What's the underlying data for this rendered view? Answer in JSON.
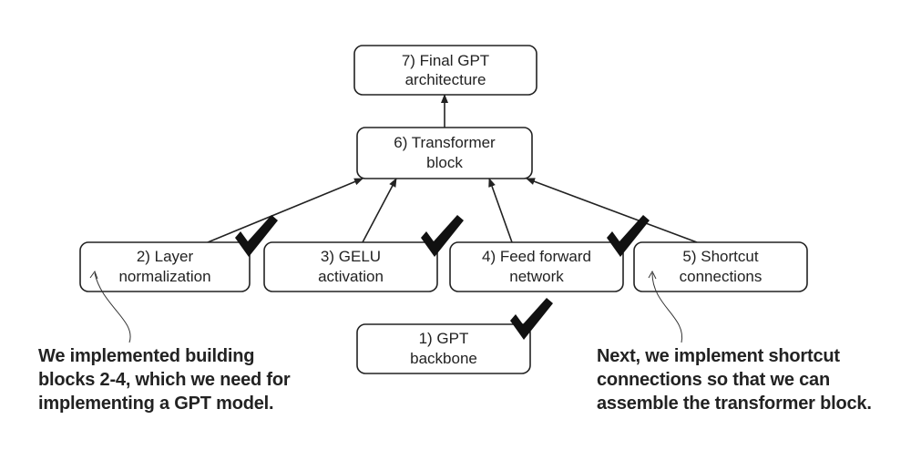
{
  "nodes": {
    "final_gpt": {
      "line1": "7) Final GPT",
      "line2": "architecture"
    },
    "transformer": {
      "line1": "6) Transformer",
      "line2": "block"
    },
    "layer_norm": {
      "line1": "2) Layer",
      "line2": "normalization"
    },
    "gelu": {
      "line1": "3) GELU",
      "line2": "activation"
    },
    "feed_forward": {
      "line1": "4) Feed forward",
      "line2": "network"
    },
    "shortcut": {
      "line1": "5) Shortcut",
      "line2": "connections"
    },
    "backbone": {
      "line1": "1) GPT",
      "line2": "backbone"
    }
  },
  "notes": {
    "left": "We implemented building\nblocks 2-4, which we need for\nimplementing a GPT model.",
    "right": "Next, we implement shortcut\nconnections so that we can\nassemble the transformer block."
  }
}
